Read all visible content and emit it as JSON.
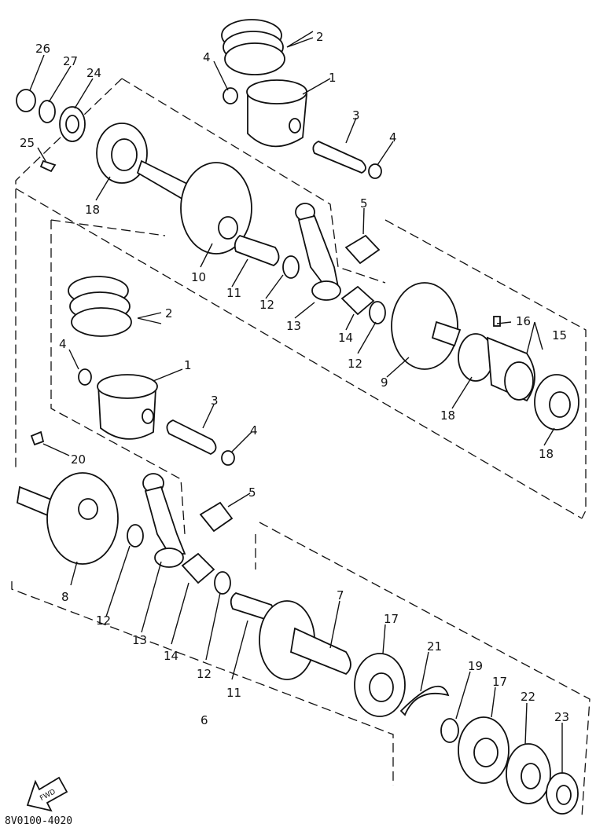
{
  "diagram_code": "8V0100-4020",
  "fwd_label": "FWD",
  "callouts": [
    "26",
    "27",
    "24",
    "25",
    "18",
    "2",
    "4",
    "1",
    "3",
    "4",
    "5",
    "10",
    "11",
    "12",
    "13",
    "14",
    "12",
    "9",
    "16",
    "15",
    "18",
    "18",
    "2",
    "4",
    "1",
    "3",
    "4",
    "20",
    "5",
    "8",
    "12",
    "13",
    "14",
    "12",
    "11",
    "7",
    "17",
    "21",
    "19",
    "17",
    "22",
    "23",
    "6"
  ]
}
